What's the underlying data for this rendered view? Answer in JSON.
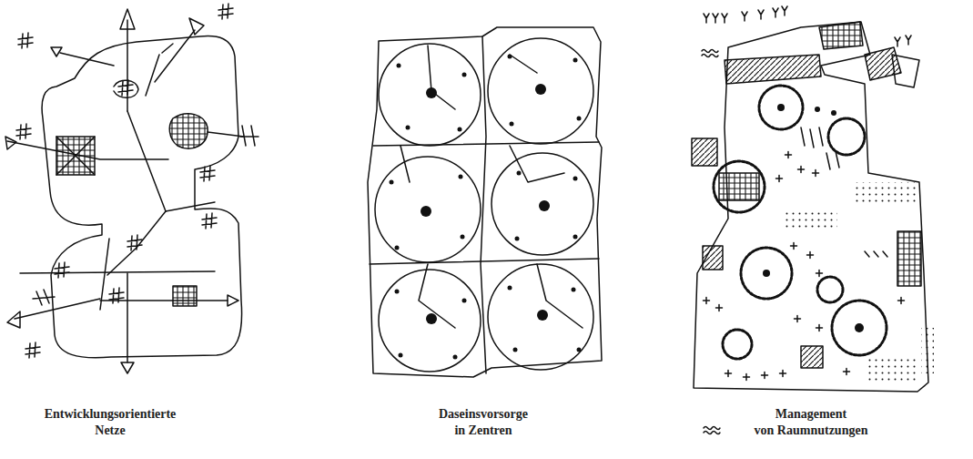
{
  "diagram": {
    "labels": [
      "Entwicklungsorientierte Netze",
      "Daseinsvorsorge in Zentren",
      "Management von Raumnutzungen"
    ]
  }
}
